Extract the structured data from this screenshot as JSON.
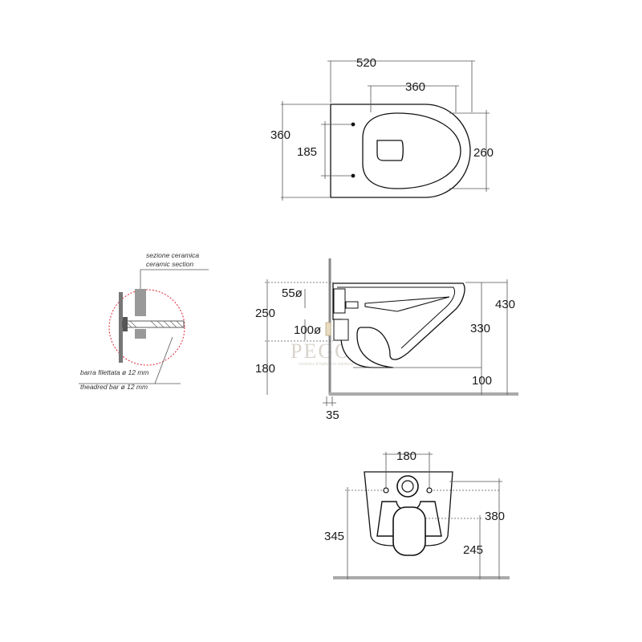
{
  "top_view": {
    "width_total": "520",
    "width_bowl": "360",
    "height_total": "360",
    "fixing_spacing": "185",
    "height_bowl": "260"
  },
  "detail": {
    "section_it": "sezione ceramica",
    "section_en": "ceramic section",
    "bar_it": "barra filettata ø 12 mm",
    "bar_en": "theadred bar ø 12 mm"
  },
  "side_view": {
    "inlet_diameter": "55ø",
    "inlet_height": "250",
    "outlet_diameter": "100ø",
    "outlet_height": "180",
    "total_height": "430",
    "bowl_height": "330",
    "bottom_clearance": "100",
    "wall_gap": "35",
    "watermark": "PEGO",
    "watermark_sub": "ceramics & bathroom solutions"
  },
  "back_view": {
    "fixing_width": "180",
    "height_total": "380",
    "height_fixing": "345",
    "height_outlet": "245"
  }
}
